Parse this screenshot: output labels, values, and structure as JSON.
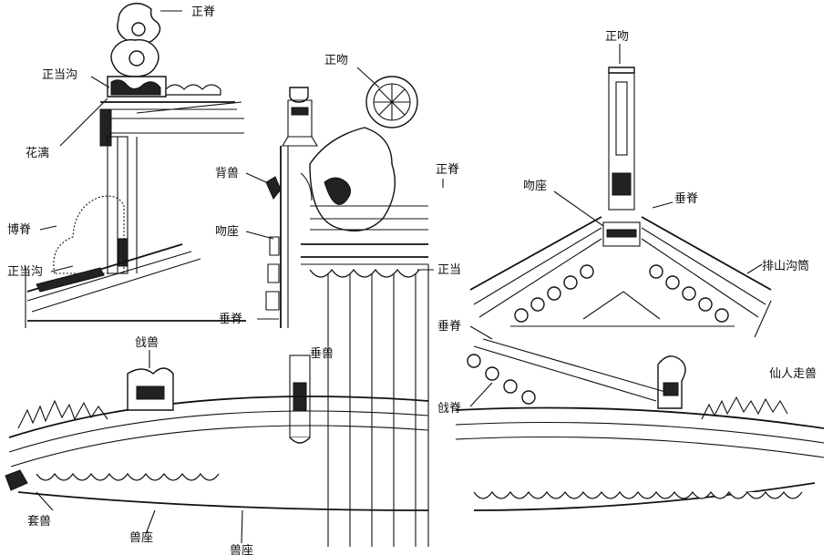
{
  "labels": {
    "zhengji_top": "正脊",
    "zhengdanggou_left_top": "正当沟",
    "huatiao": "花漓",
    "boji": "博脊",
    "zhengdanggou_left_bottom": "正当沟",
    "zhengwen_mid": "正吻",
    "beishou": "背兽",
    "wenzuo_mid": "吻座",
    "zhengji_mid": "正脊",
    "zhengdang": "正当",
    "chuiji_mid": "垂脊",
    "chuishou": "垂兽",
    "qiangshou": "戗兽",
    "taoshou": "套兽",
    "shouzuo": "兽座",
    "shouzuo_bottom": "兽座",
    "zhengwen_right": "正吻",
    "wenzuo_right": "吻座",
    "chuiji_right": "垂脊",
    "paishangoutong": "排山沟筒",
    "chuiji_right_lower": "垂脊",
    "qiangji": "戗脊",
    "xianren": "仙人走兽"
  }
}
